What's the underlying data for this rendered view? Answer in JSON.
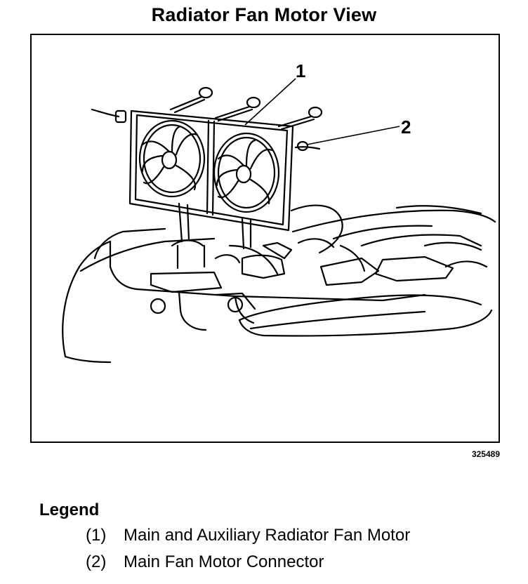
{
  "title": "Radiator Fan Motor View",
  "figure_id": "325489",
  "callouts": [
    "1",
    "2"
  ],
  "legend": {
    "heading": "Legend",
    "items": [
      {
        "num": "(1)",
        "text": "Main and Auxiliary Radiator Fan Motor"
      },
      {
        "num": "(2)",
        "text": "Main Fan Motor Connector"
      }
    ]
  }
}
